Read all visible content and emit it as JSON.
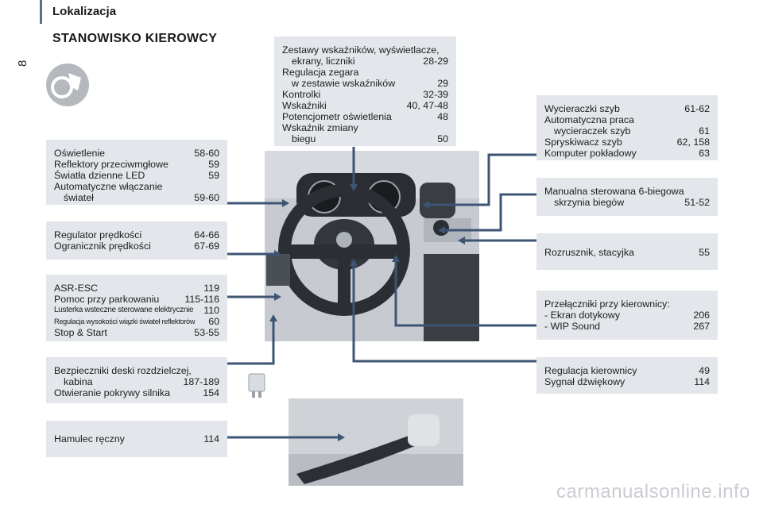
{
  "header": {
    "section": "Lokalizacja",
    "page_number": "8"
  },
  "title": "STANOWISKO KIEROWCY",
  "boxes": {
    "lights": [
      {
        "label": "Oświetlenie",
        "page": "58-60"
      },
      {
        "label": "Reflektory przeciwmgłowe",
        "page": "59"
      },
      {
        "label": "Światła dzienne LED",
        "page": "59"
      },
      {
        "label": "Automatyczne włączanie",
        "page": ""
      },
      {
        "label": "świateł",
        "page": "59-60"
      }
    ],
    "speed": [
      {
        "label": "Regulator prędkości",
        "page": "64-66"
      },
      {
        "label": "Ogranicznik prędkości",
        "page": "67-69"
      }
    ],
    "asr": [
      {
        "label": "ASR-ESC",
        "page": "119"
      },
      {
        "label": "Pomoc przy parkowaniu",
        "page": "115-116"
      },
      {
        "label": "Lusterka wsteczne sterowane elektrycznie",
        "page": "110"
      },
      {
        "label": "Regulacja wysokości wiązki świateł reflektorów",
        "page": "60"
      },
      {
        "label": "Stop & Start",
        "page": "53-55"
      }
    ],
    "fuses": [
      {
        "label": "Bezpieczniki deski rozdzielczej,",
        "page": ""
      },
      {
        "label": "kabina",
        "page": "187-189"
      },
      {
        "label": "Otwieranie pokrywy silnika",
        "page": "154"
      }
    ],
    "handbrake": [
      {
        "label": "Hamulec ręczny",
        "page": "114"
      }
    ],
    "instruments": [
      {
        "label": "Zestawy wskaźników, wyświetlacze,",
        "page": ""
      },
      {
        "label": "ekrany, liczniki",
        "page": "28-29"
      },
      {
        "label": "Regulacja zegara",
        "page": ""
      },
      {
        "label": "w zestawie wskaźników",
        "page": "29"
      },
      {
        "label": "Kontrolki",
        "page": "32-39"
      },
      {
        "label": "Wskaźniki",
        "page": "40, 47-48"
      },
      {
        "label": "Potencjometr oświetlenia",
        "page": "48"
      },
      {
        "label": "Wskaźnik zmiany",
        "page": ""
      },
      {
        "label": "biegu",
        "page": "50"
      }
    ],
    "wipers": [
      {
        "label": "Wycieraczki szyb",
        "page": "61-62"
      },
      {
        "label": "Automatyczna praca",
        "page": ""
      },
      {
        "label": "wycieraczek szyb",
        "page": "61"
      },
      {
        "label": "Spryskiwacz szyb",
        "page": "62, 158"
      },
      {
        "label": "Komputer pokładowy",
        "page": "63"
      }
    ],
    "gearbox": [
      {
        "label": "Manualna sterowana 6-biegowa",
        "page": ""
      },
      {
        "label": "skrzynia biegów",
        "page": "51-52"
      }
    ],
    "starter": [
      {
        "label": "Rozrusznik, stacyjka",
        "page": "55"
      }
    ],
    "switches": [
      {
        "label": "Przełączniki przy kierownicy:",
        "page": ""
      },
      {
        "label": "-  Ekran dotykowy",
        "page": "206"
      },
      {
        "label": "-  WIP Sound",
        "page": "267"
      }
    ],
    "steering": [
      {
        "label": "Regulacja kierownicy",
        "page": "49"
      },
      {
        "label": "Sygnał dźwiękowy",
        "page": "114"
      }
    ]
  },
  "watermark": "carmanualsonline.info",
  "colors": {
    "box_bg": "#e3e6ea",
    "line": "#3d5573",
    "photo_bg": "#c5c9cf"
  }
}
